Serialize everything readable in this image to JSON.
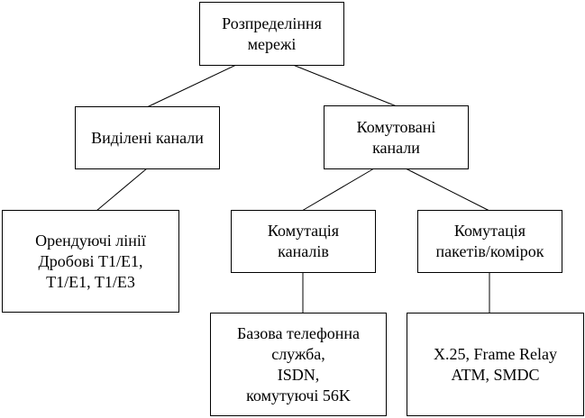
{
  "diagram": {
    "root": {
      "lines": [
        "Розпредеління",
        "мережі"
      ]
    },
    "dedicated": {
      "lines": [
        "Виділені канали"
      ]
    },
    "switched": {
      "lines": [
        "Комутовані",
        "канали"
      ]
    },
    "leased": {
      "lines": [
        "Орендуючі лінії",
        "Дробові T1/E1,",
        "T1/E1, T1/E3"
      ]
    },
    "circuit": {
      "lines": [
        "Комутація",
        "каналів"
      ]
    },
    "packet": {
      "lines": [
        "Комутація",
        "пакетів/комірок"
      ]
    },
    "telephone": {
      "lines": [
        "Базова телефонна",
        "служба,",
        "ISDN,",
        "комутуючі 56K"
      ]
    },
    "x25": {
      "lines": [
        "X.25, Frame Relay",
        "ATM, SMDC"
      ]
    }
  }
}
